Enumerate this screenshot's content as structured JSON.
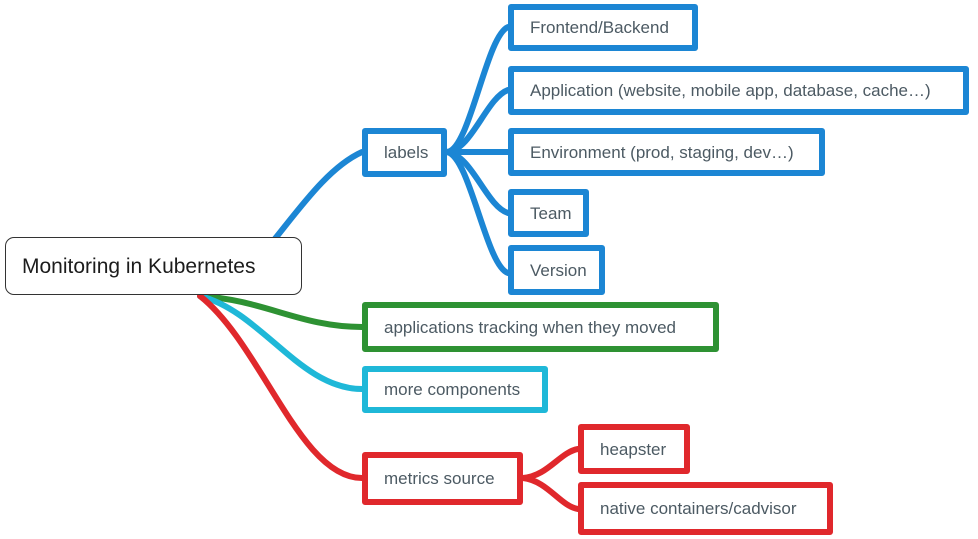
{
  "diagram": {
    "type": "mind-map",
    "title": "Monitoring in Kubernetes",
    "background": "#ffffff",
    "text_color": "#4c5a63",
    "root_text_color": "#1c1c1c",
    "colors": {
      "root_border": "#333333",
      "blue": "#1c86d4",
      "green": "#2e9233",
      "cyan": "#1fb8d8",
      "red": "#e0282c"
    },
    "root": {
      "label": "Monitoring in Kubernetes"
    },
    "branches": [
      {
        "id": "labels",
        "label": "labels",
        "color": "#1c86d4",
        "children": [
          {
            "id": "frontend-backend",
            "label": "Frontend/Backend"
          },
          {
            "id": "application",
            "label": "Application (website, mobile app, database, cache…)"
          },
          {
            "id": "environment",
            "label": "Environment (prod, staging, dev…)"
          },
          {
            "id": "team",
            "label": "Team"
          },
          {
            "id": "version",
            "label": "Version"
          }
        ]
      },
      {
        "id": "applications-tracking",
        "label": "applications tracking when they moved",
        "color": "#2e9233",
        "children": []
      },
      {
        "id": "more-components",
        "label": "more components",
        "color": "#1fb8d8",
        "children": []
      },
      {
        "id": "metrics-source",
        "label": "metrics source",
        "color": "#e0282c",
        "children": [
          {
            "id": "heapster",
            "label": "heapster"
          },
          {
            "id": "cadvisor",
            "label": "native containers/cadvisor"
          }
        ]
      }
    ]
  }
}
